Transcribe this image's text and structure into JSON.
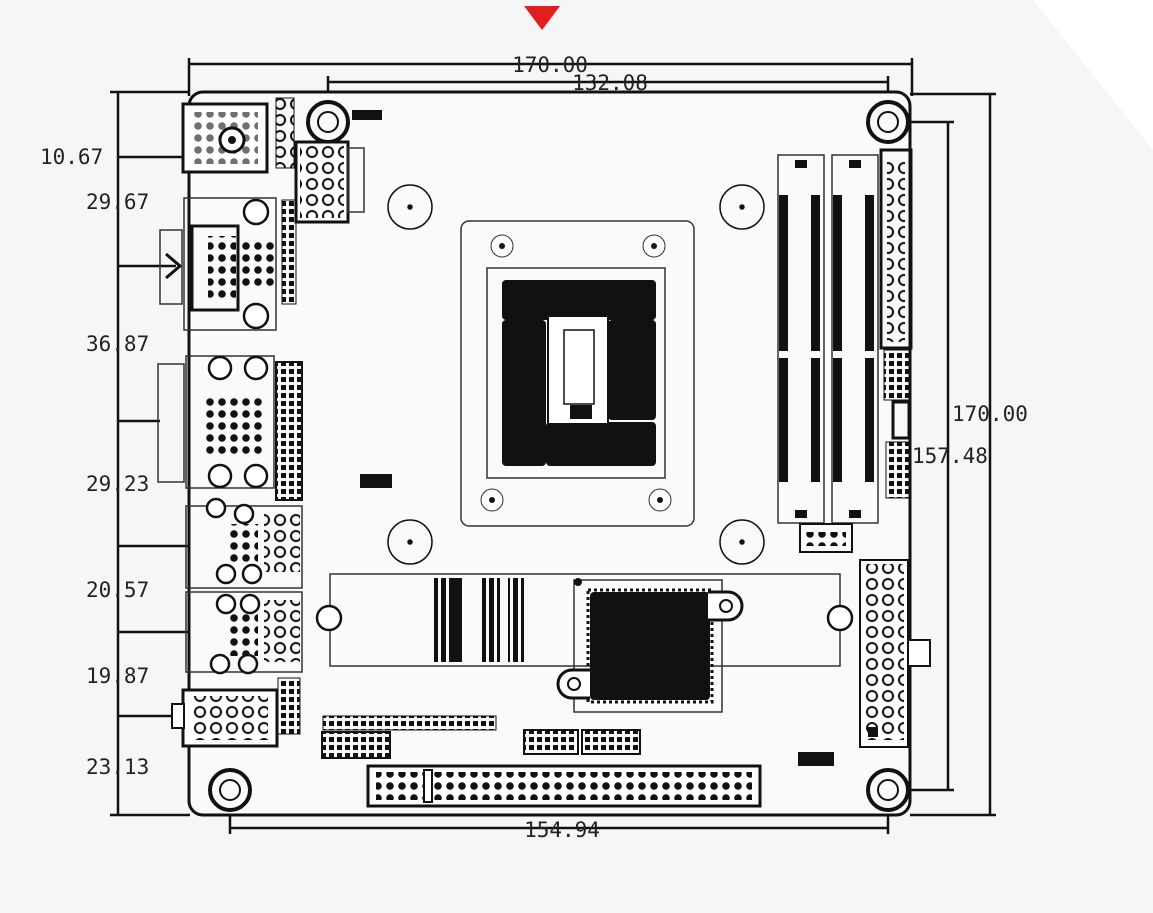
{
  "title": "",
  "dimensions": {
    "top_outer": "170.00",
    "top_inner": "132.08",
    "right_outer": "170.00",
    "right_inner": "157.48",
    "bottom": "154.94",
    "left": [
      "10.67",
      "29.67",
      "36.87",
      "29.23",
      "20.57",
      "19.87",
      "23.13"
    ]
  },
  "colors": {
    "line": "#111111",
    "marker": "#e02020",
    "background": "#f6f6f6"
  },
  "icons": {
    "marker": "red-triangle-marker-icon",
    "arrow": "arrow-right-icon"
  }
}
